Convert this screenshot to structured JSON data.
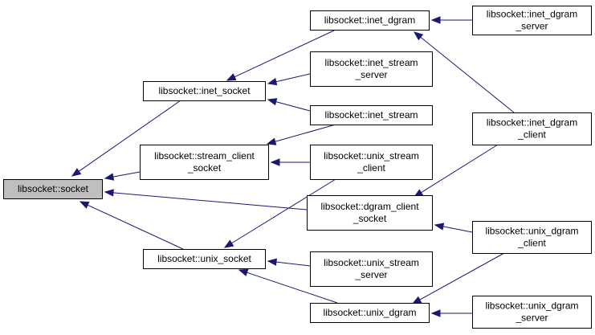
{
  "diagram": {
    "colors": {
      "edge": "#191970",
      "root_fill": "#bfbfbf",
      "node_fill": "#ffffff",
      "node_stroke": "#000000"
    },
    "nodes": [
      {
        "id": "socket",
        "lines": [
          "libsocket::socket"
        ],
        "root": true
      },
      {
        "id": "inet_socket",
        "lines": [
          "libsocket::inet_socket"
        ]
      },
      {
        "id": "stream_client_socket",
        "lines": [
          "libsocket::stream_client",
          "_socket"
        ]
      },
      {
        "id": "unix_socket",
        "lines": [
          "libsocket::unix_socket"
        ]
      },
      {
        "id": "inet_dgram",
        "lines": [
          "libsocket::inet_dgram"
        ]
      },
      {
        "id": "inet_stream_server",
        "lines": [
          "libsocket::inet_stream",
          "_server"
        ]
      },
      {
        "id": "inet_stream",
        "lines": [
          "libsocket::inet_stream"
        ]
      },
      {
        "id": "unix_stream_client",
        "lines": [
          "libsocket::unix_stream",
          "_client"
        ]
      },
      {
        "id": "dgram_client_socket",
        "lines": [
          "libsocket::dgram_client",
          "_socket"
        ]
      },
      {
        "id": "unix_stream_server",
        "lines": [
          "libsocket::unix_stream",
          "_server"
        ]
      },
      {
        "id": "unix_dgram",
        "lines": [
          "libsocket::unix_dgram"
        ]
      },
      {
        "id": "inet_dgram_server",
        "lines": [
          "libsocket::inet_dgram",
          "_server"
        ]
      },
      {
        "id": "inet_dgram_client",
        "lines": [
          "libsocket::inet_dgram",
          "_client"
        ]
      },
      {
        "id": "unix_dgram_client",
        "lines": [
          "libsocket::unix_dgram",
          "_client"
        ]
      },
      {
        "id": "unix_dgram_server",
        "lines": [
          "libsocket::unix_dgram",
          "_server"
        ]
      }
    ],
    "edges": [
      {
        "from": "inet_socket",
        "to": "socket"
      },
      {
        "from": "stream_client_socket",
        "to": "socket"
      },
      {
        "from": "dgram_client_socket",
        "to": "socket"
      },
      {
        "from": "unix_socket",
        "to": "socket"
      },
      {
        "from": "inet_dgram",
        "to": "inet_socket"
      },
      {
        "from": "inet_stream_server",
        "to": "inet_socket"
      },
      {
        "from": "inet_stream",
        "to": "inet_socket"
      },
      {
        "from": "inet_stream",
        "to": "stream_client_socket"
      },
      {
        "from": "unix_stream_client",
        "to": "stream_client_socket"
      },
      {
        "from": "unix_stream_client",
        "to": "unix_socket"
      },
      {
        "from": "unix_stream_server",
        "to": "unix_socket"
      },
      {
        "from": "unix_dgram",
        "to": "unix_socket"
      },
      {
        "from": "inet_dgram_server",
        "to": "inet_dgram"
      },
      {
        "from": "inet_dgram_client",
        "to": "inet_dgram"
      },
      {
        "from": "inet_dgram_client",
        "to": "dgram_client_socket"
      },
      {
        "from": "unix_dgram_client",
        "to": "dgram_client_socket"
      },
      {
        "from": "unix_dgram_client",
        "to": "unix_dgram"
      },
      {
        "from": "unix_dgram_server",
        "to": "unix_dgram"
      }
    ]
  }
}
